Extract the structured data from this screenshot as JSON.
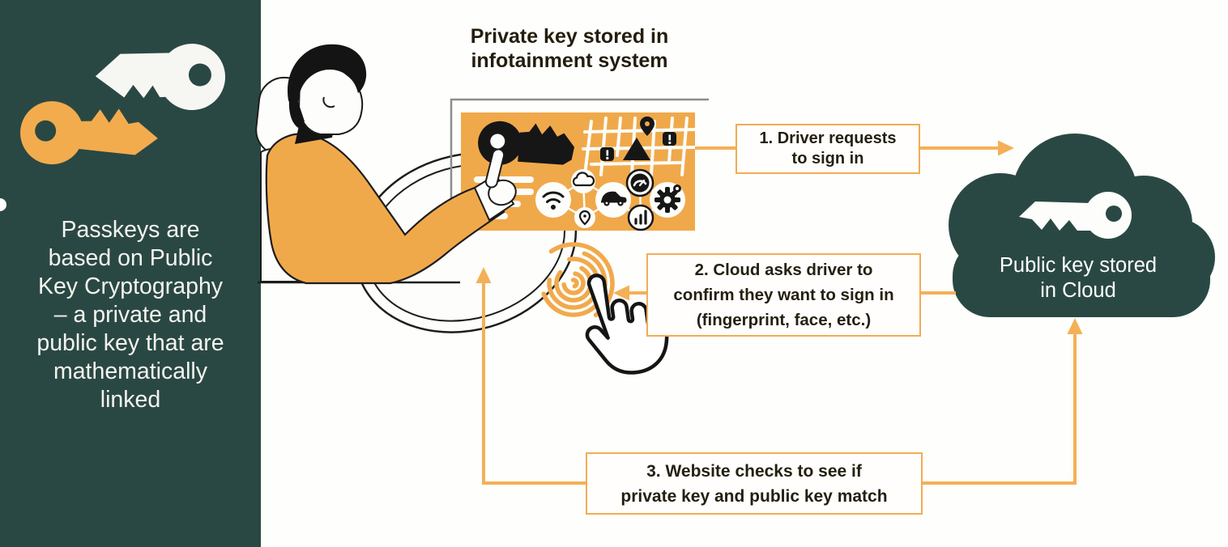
{
  "colors": {
    "teal": "#2A4843",
    "orange": "#F0A94A",
    "arrow_orange": "#F4B057",
    "fingerprint_orange": "#F2A94C",
    "ink": "#241F10",
    "bezel_gray": "#8C8C8C"
  },
  "sidebar": {
    "caption_lines": [
      "Passkeys are",
      "based on Public",
      "Key Cryptography",
      "– a private and",
      "public key that are",
      "mathematically",
      "linked"
    ]
  },
  "infotainment": {
    "title_lines": [
      "Private key stored in",
      "infotainment system"
    ]
  },
  "cloud": {
    "label_lines": [
      "Public key stored",
      "in Cloud"
    ]
  },
  "steps": [
    {
      "lines": [
        "1. Driver requests",
        "to sign in"
      ]
    },
    {
      "lines": [
        "2. Cloud asks driver to",
        "confirm they want to sign in",
        "(fingerprint, face, etc.)"
      ]
    },
    {
      "lines": [
        "3. Website checks to see if",
        "private key and public key match"
      ]
    }
  ],
  "icons": {
    "sidebar": [
      "private-key-icon",
      "public-key-icon"
    ],
    "screen": [
      "car-key-icon",
      "map-icon",
      "wifi-icon",
      "cloud-icon",
      "car-icon",
      "gps-pin-icon",
      "speedometer-icon",
      "signal-bars-icon",
      "gear-icon"
    ],
    "middle": [
      "fingerprint-icon",
      "tap-hand-icon"
    ],
    "cloud": [
      "public-key-icon"
    ]
  }
}
